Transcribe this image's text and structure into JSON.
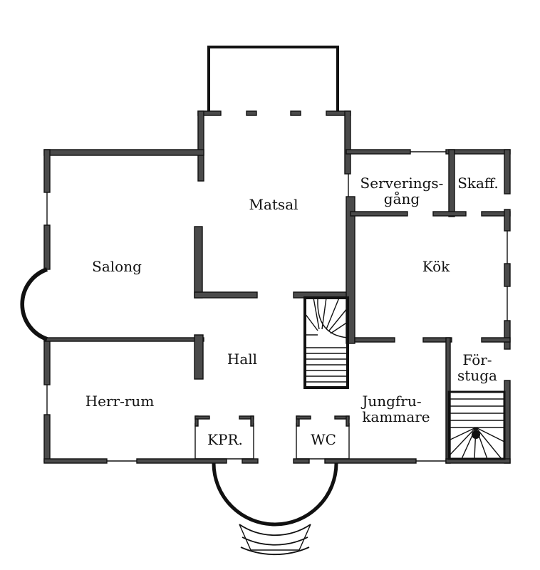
{
  "plan": {
    "rooms": {
      "matsal": "Matsal",
      "salong": "Salong",
      "serveringsgang_line1": "Serverings-",
      "serveringsgang_line2": "gång",
      "skafferi": "Skaff.",
      "kok": "Kök",
      "hall": "Hall",
      "forstuga_line1": "För-",
      "forstuga_line2": "stuga",
      "herrrum": "Herr-rum",
      "jungfrukammare_line1": "Jungfru-",
      "jungfrukammare_line2": "kammare",
      "kpr": "KPR.",
      "wc": "WC"
    },
    "colors": {
      "wall_fill": "#4a4a4a",
      "line": "#111111",
      "background": "#ffffff"
    }
  }
}
